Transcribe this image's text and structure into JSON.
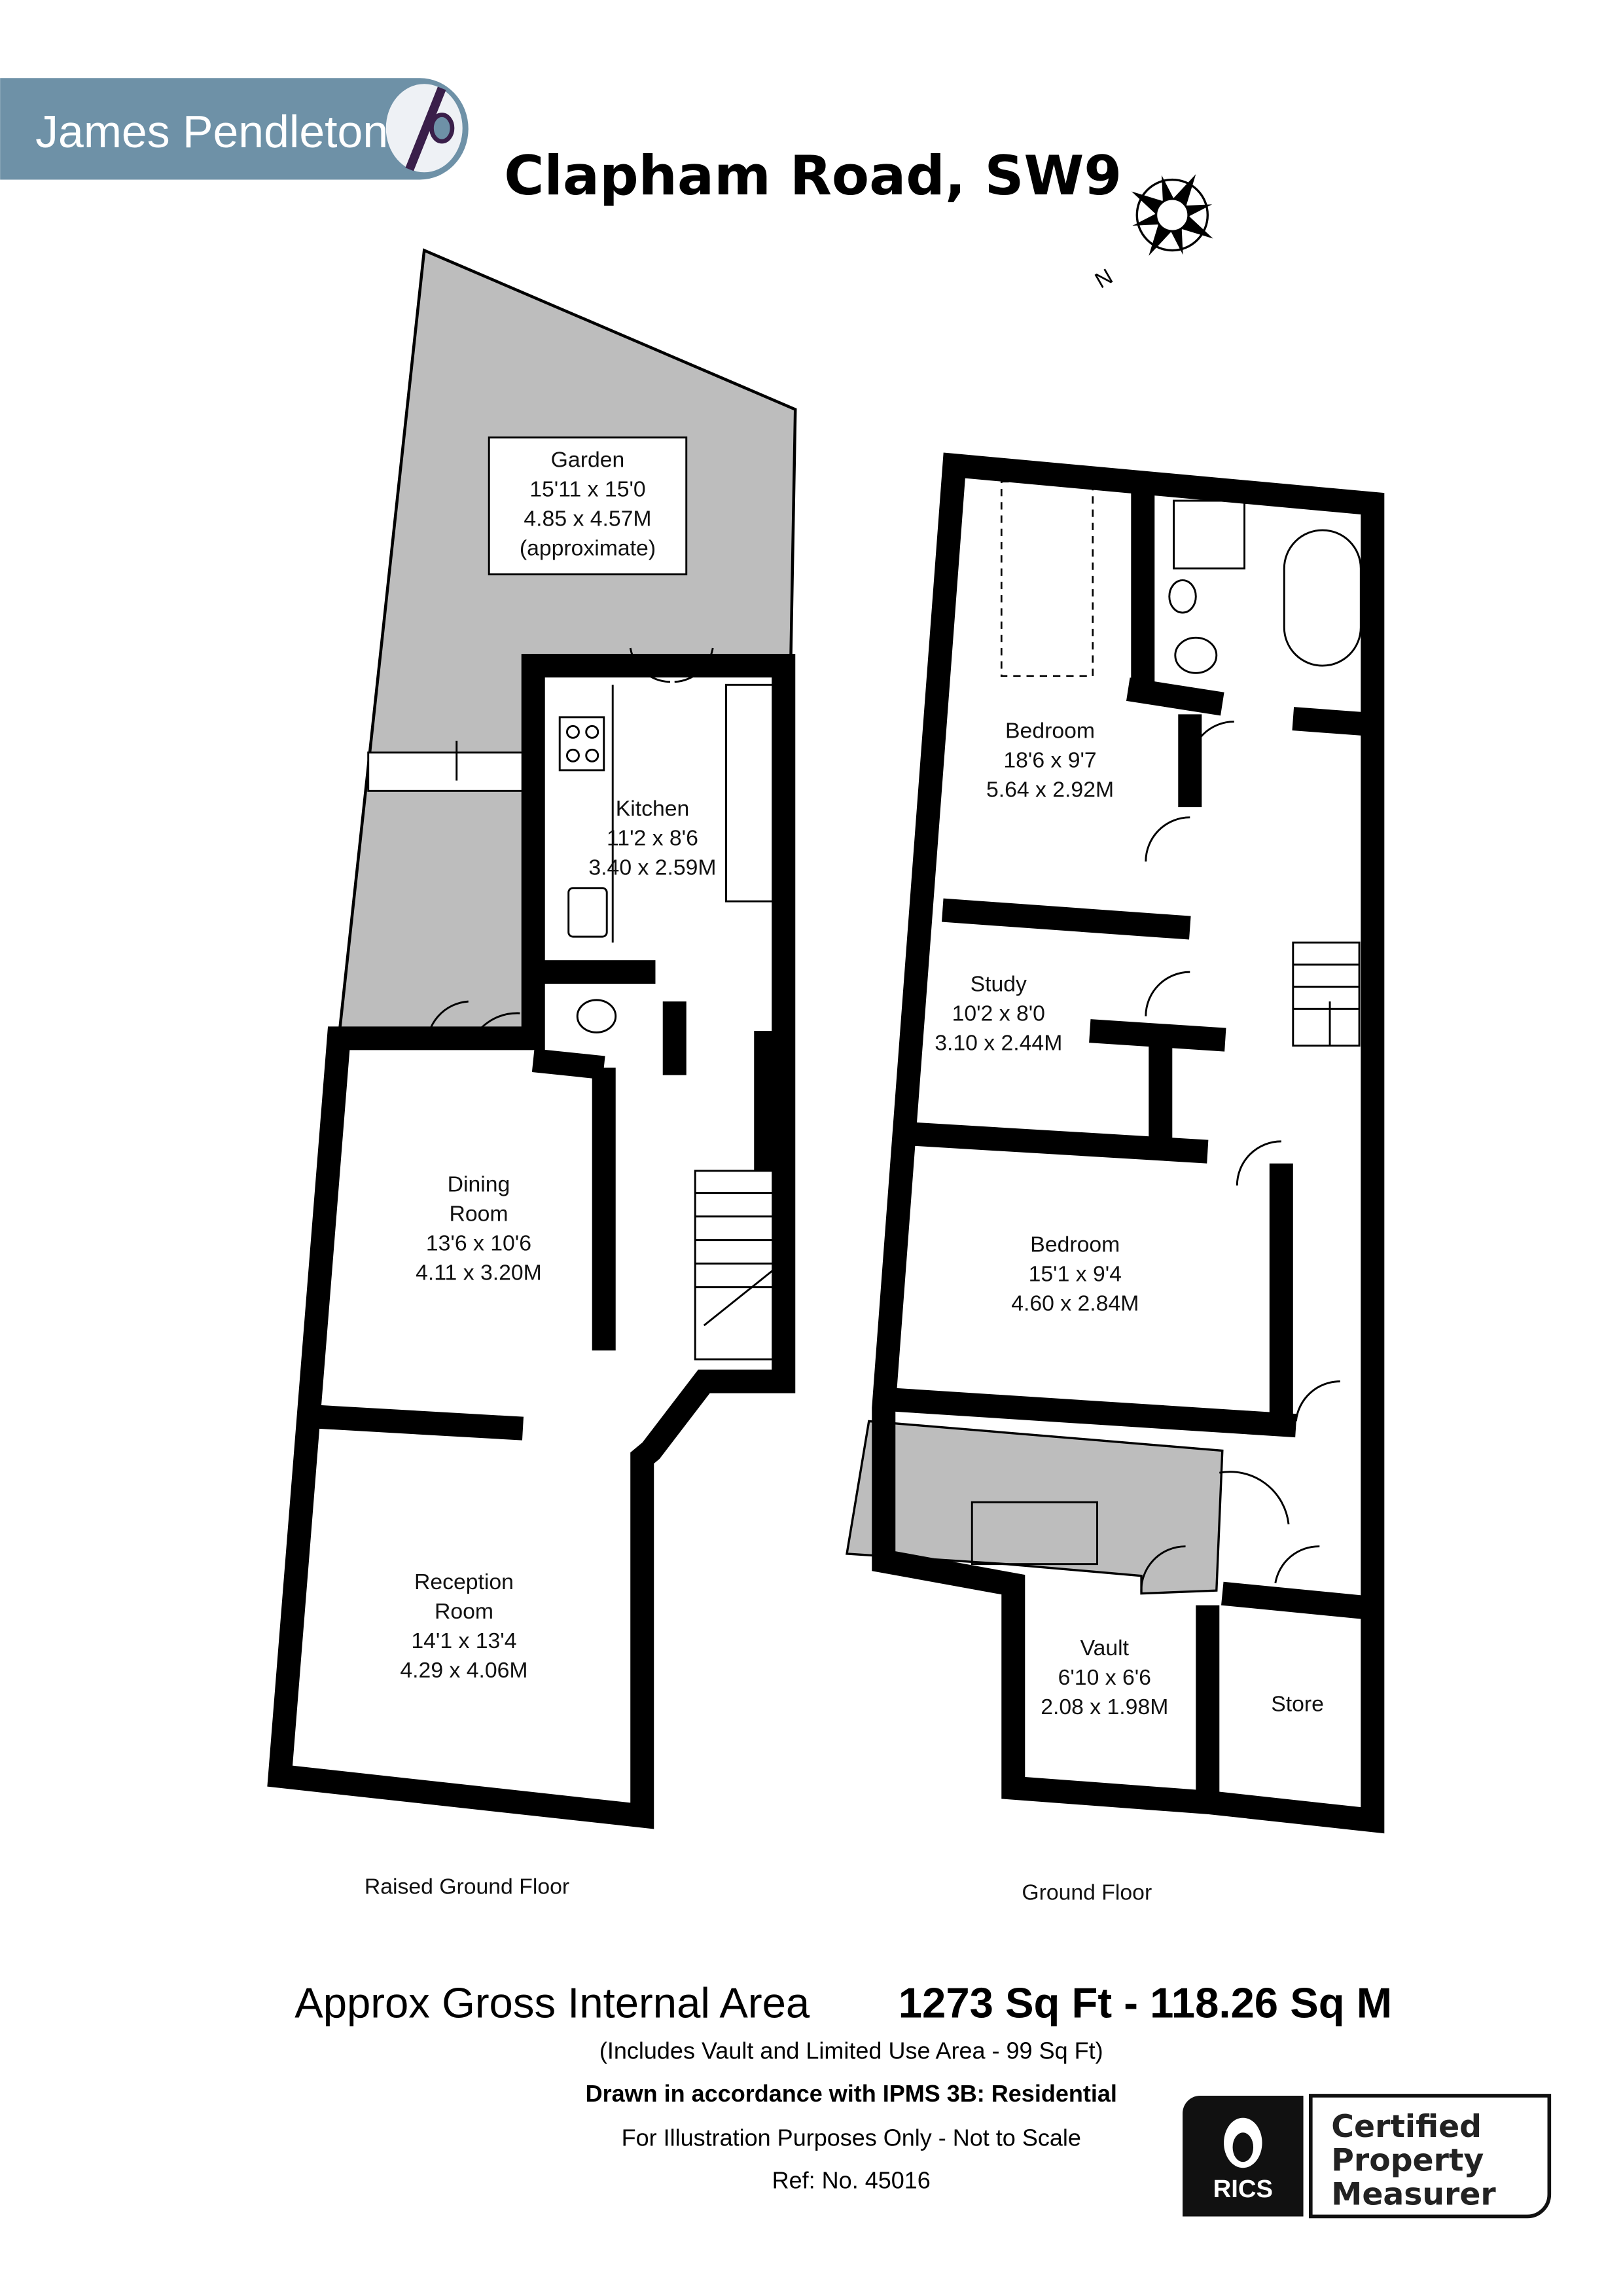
{
  "brand": {
    "name": "James Pendleton",
    "color": "#6e91a7",
    "mark_color": "#3a1f4a"
  },
  "title": "Clapham Road, SW9",
  "compass": {
    "label": "N",
    "icon": "compass-rose-icon"
  },
  "floors": [
    {
      "label": "Raised Ground Floor",
      "rooms": [
        {
          "name": [
            "Garden"
          ],
          "imperial": "15'11 x 15'0",
          "metric": "4.85 x 4.57M",
          "note": "(approximate)"
        },
        {
          "name": [
            "Kitchen"
          ],
          "imperial": "11'2 x 8'6",
          "metric": "3.40 x 2.59M"
        },
        {
          "name": [
            "Dining",
            "Room"
          ],
          "imperial": "13'6 x 10'6",
          "metric": "4.11 x 3.20M"
        },
        {
          "name": [
            "Reception",
            "Room"
          ],
          "imperial": "14'1 x 13'4",
          "metric": "4.29 x 4.06M"
        }
      ]
    },
    {
      "label": "Ground Floor",
      "rooms": [
        {
          "name": [
            "Bedroom"
          ],
          "imperial": "18'6 x 9'7",
          "metric": "5.64 x 2.92M"
        },
        {
          "name": [
            "Study"
          ],
          "imperial": "10'2 x 8'0",
          "metric": "3.10 x 2.44M"
        },
        {
          "name": [
            "Bedroom"
          ],
          "imperial": "15'1 x 9'4",
          "metric": "4.60 x 2.84M"
        },
        {
          "name": [
            "Vault"
          ],
          "imperial": "6'10 x 6'6",
          "metric": "2.08 x 1.98M"
        },
        {
          "name": [
            "Store"
          ]
        }
      ]
    }
  ],
  "colors": {
    "wall": "#000000",
    "outdoor_fill": "#bdbdbd"
  },
  "footer": {
    "area_label": "Approx Gross Internal Area",
    "area_value": "1273 Sq Ft - 118.26 Sq M",
    "includes": "(Includes Vault and Limited Use Area - 99 Sq Ft)",
    "standard": "Drawn in accordance with IPMS 3B: Residential",
    "disclaimer": "For Illustration Purposes Only - Not to Scale",
    "ref": "Ref: No. 45016"
  },
  "rics_badge": {
    "logo_text": "RICS",
    "lines": [
      "Certified",
      "Property",
      "Measurer"
    ]
  }
}
